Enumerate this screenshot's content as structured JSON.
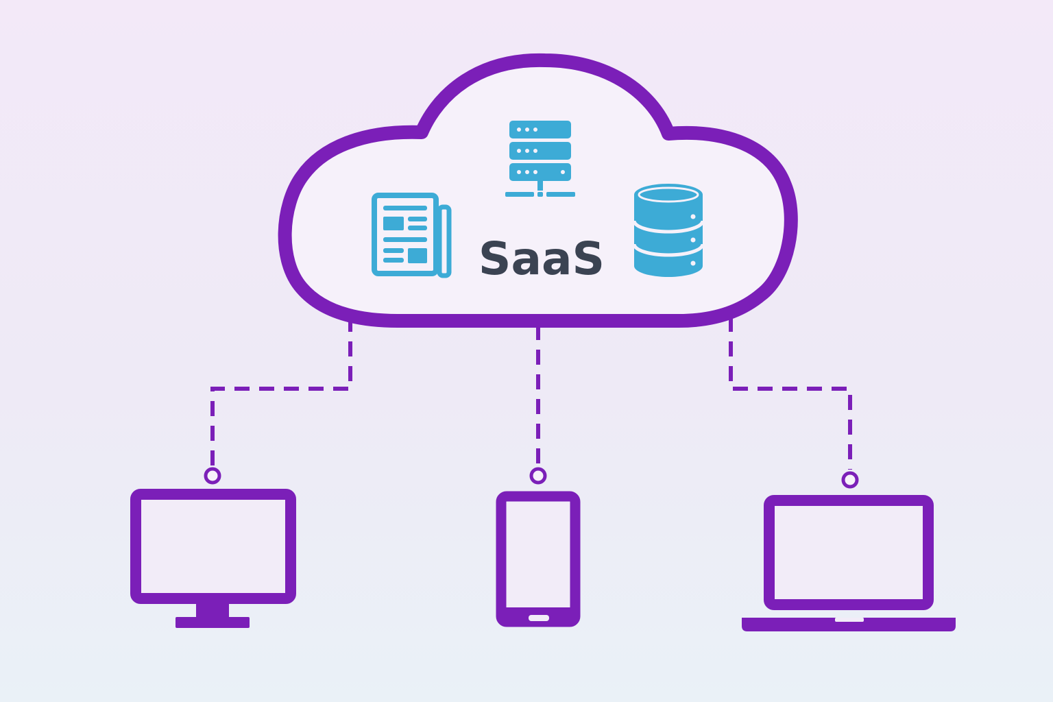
{
  "cloud": {
    "label": "SaaS",
    "services": [
      {
        "name": "document",
        "icon": "document-icon"
      },
      {
        "name": "server",
        "icon": "server-icon"
      },
      {
        "name": "database",
        "icon": "database-icon"
      }
    ]
  },
  "devices": [
    {
      "name": "desktop",
      "icon": "desktop-monitor-icon"
    },
    {
      "name": "tablet",
      "icon": "tablet-icon"
    },
    {
      "name": "laptop",
      "icon": "laptop-icon"
    }
  ],
  "colors": {
    "outline": "#7b1fb8",
    "service_icons": "#3dabd6",
    "label": "#3b4352",
    "cloud_fill": "#f6f1fa"
  }
}
